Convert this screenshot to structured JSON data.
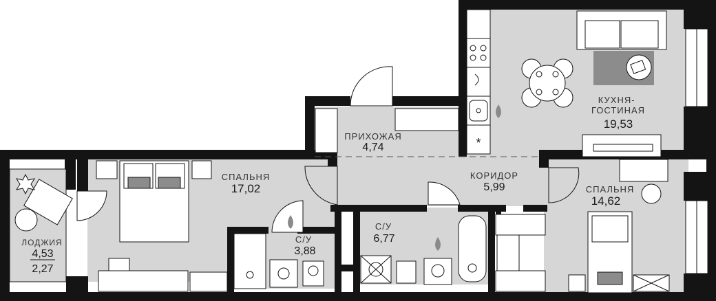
{
  "rooms": [
    {
      "id": "hall",
      "label": "ПРИХОЖАЯ",
      "area": "4,74"
    },
    {
      "id": "kitchen",
      "label": "КУХНЯ-\nГОСТИНАЯ",
      "area": "19,53"
    },
    {
      "id": "corridor",
      "label": "КОРИДОР",
      "area": "5,99"
    },
    {
      "id": "bedroom-left",
      "label": "СПАЛЬНЯ",
      "area": "17,02"
    },
    {
      "id": "bedroom-right",
      "label": "СПАЛЬНЯ",
      "area": "14,62"
    },
    {
      "id": "wc-small",
      "label": "С/У",
      "area": "3,88"
    },
    {
      "id": "wc-large",
      "label": "С/У",
      "area": "6,77"
    },
    {
      "id": "loggia",
      "label": "ЛОДЖИЯ",
      "area": "4,53",
      "area_reduced": "2,27"
    }
  ],
  "fridge_symbol": "*",
  "colors": {
    "floor": "#d6d6d6",
    "wall": "#141414",
    "furniture": "#ffffff",
    "rug": "#8c8c8c",
    "water": "#8a8a8a"
  }
}
